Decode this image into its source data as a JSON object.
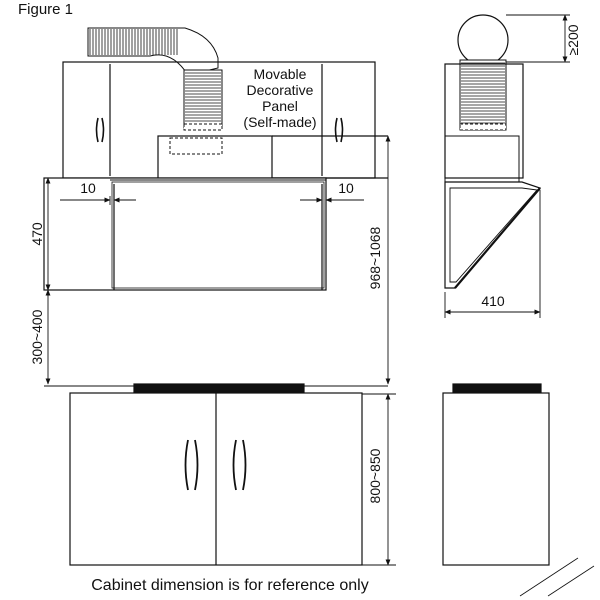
{
  "figure_label": "Figure 1",
  "panel_note": {
    "line1": "Movable",
    "line2": "Decorative",
    "line3": "Panel",
    "line4": "(Self-made)"
  },
  "dimensions": {
    "side_gap_left": "10",
    "side_gap_right": "10",
    "hood_height": "470",
    "clearance": "300~400",
    "total_height": "968~1068",
    "cabinet_height": "800~850",
    "hood_depth": "410",
    "duct_clearance": "≥200"
  },
  "footer_note": "Cabinet dimension is for reference only"
}
